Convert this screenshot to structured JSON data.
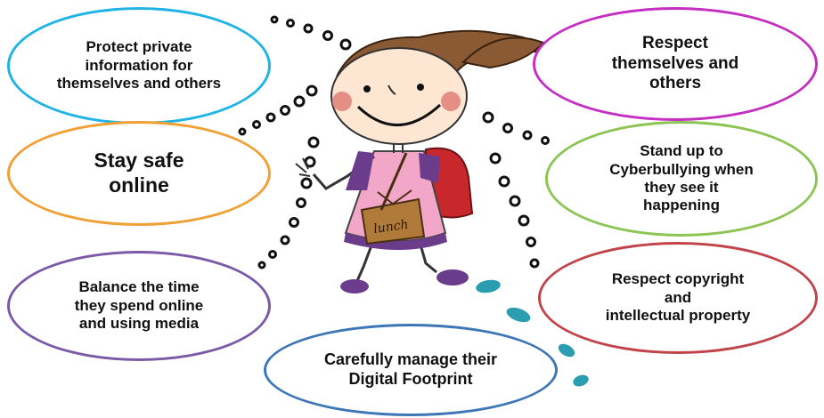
{
  "bubbles": [
    {
      "text": "Protect private\ninformation for\nthemselves and others",
      "color": "#20b3e6"
    },
    {
      "text": "Respect\nthemselves and\nothers",
      "color": "#c52ec2"
    },
    {
      "text": "Stay safe\nonline",
      "color": "#f0a035"
    },
    {
      "text": "Stand up to\nCyberbullying when\nthey see it\nhappening",
      "color": "#8dc554"
    },
    {
      "text": "Balance the time\nthey spend online\nand using media",
      "color": "#7b5aa8"
    },
    {
      "text": "Respect copyright\nand\nintellectual property",
      "color": "#c0444a"
    },
    {
      "text": "Carefully manage their\nDigital Footprint",
      "color": "#3c76b6"
    }
  ],
  "illustration": {
    "subject": "cartoon girl with backpack and lunch bag",
    "bag_label": "lunch",
    "footprint_color": "#2a9db0"
  }
}
